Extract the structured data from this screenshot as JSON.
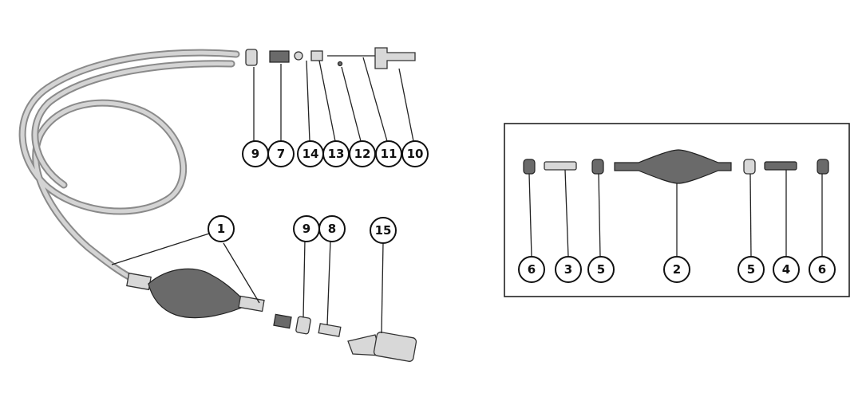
{
  "callouts": {
    "c9_top": "9",
    "c7": "7",
    "c14": "14",
    "c13": "13",
    "c12": "12",
    "c11": "11",
    "c10": "10",
    "c1": "1",
    "c9_bottom": "9",
    "c8": "8",
    "c15": "15",
    "c6_left": "6",
    "c3": "3",
    "c5_left": "5",
    "c2": "2",
    "c5_right": "5",
    "c4": "4",
    "c6_right": "6"
  }
}
